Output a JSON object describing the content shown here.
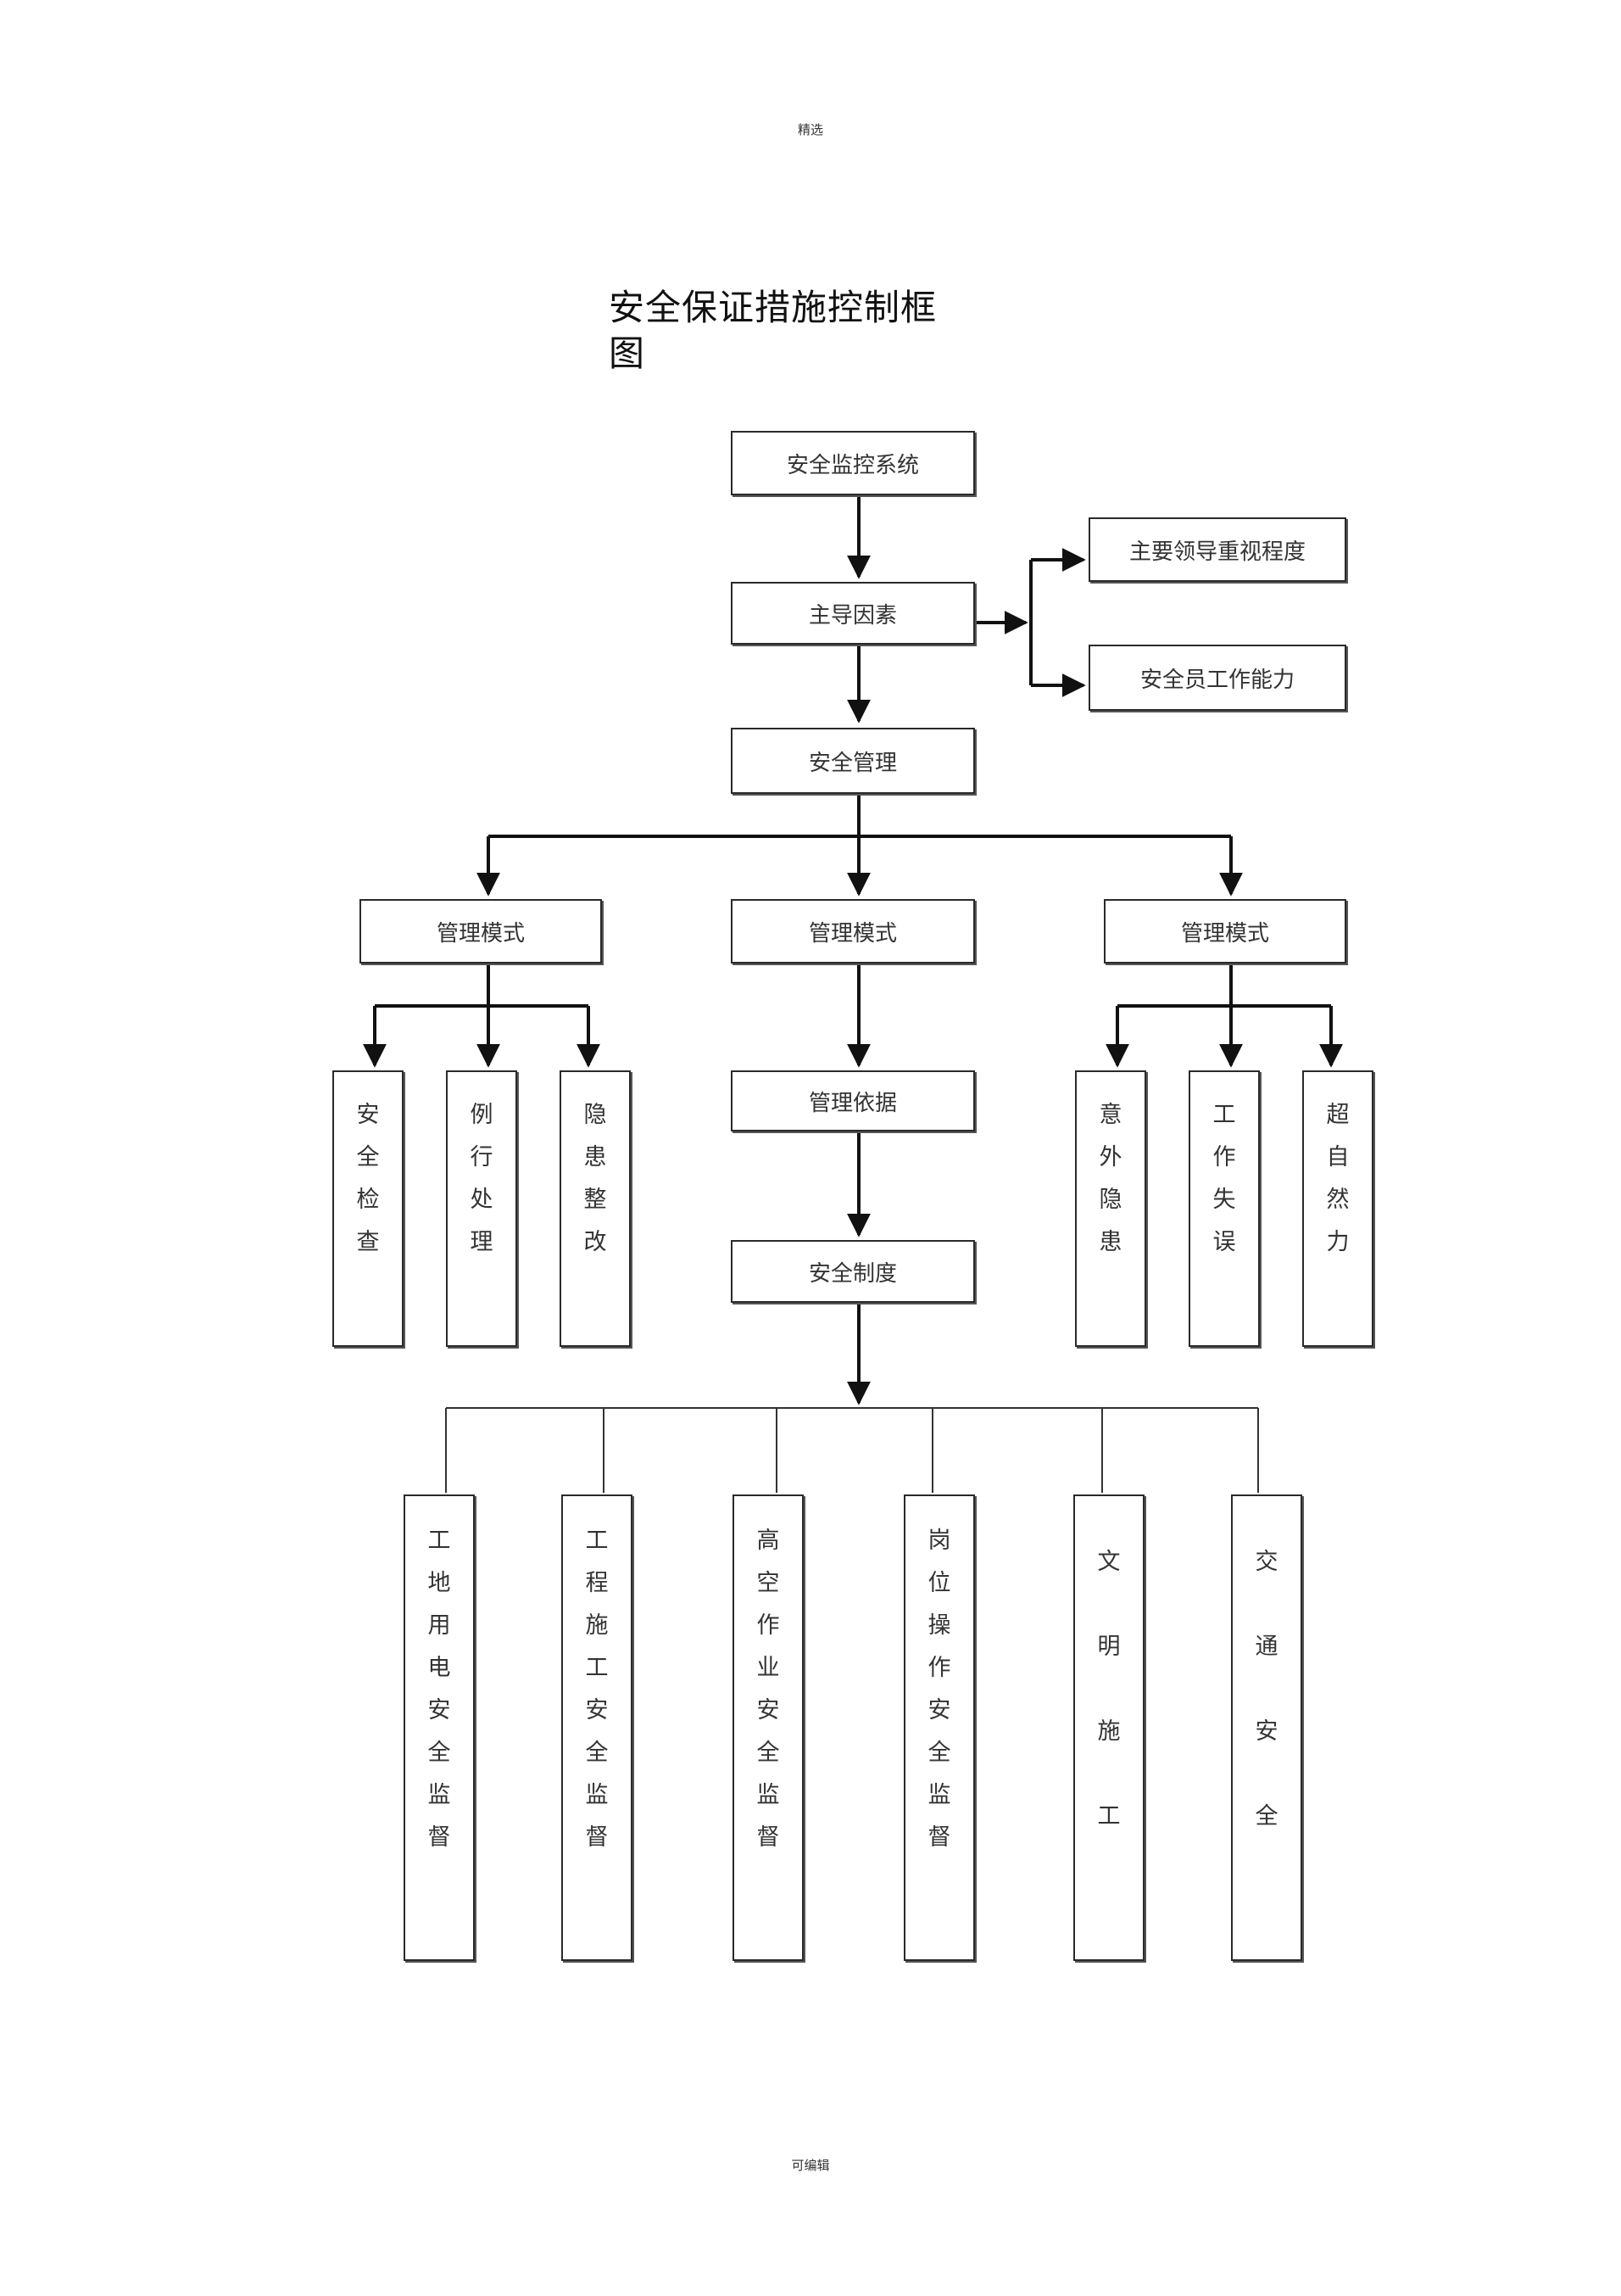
{
  "header": "精选",
  "footer": "可编辑",
  "title": "安全保证措施控制框图",
  "nodes": {
    "monitor": "安全监控系统",
    "leading": "主导因素",
    "leaders": "主要领导重视程度",
    "staff": "安全员工作能力",
    "mgmt": "安全管理",
    "mode_left": "管理模式",
    "mode_mid": "管理模式",
    "mode_right": "管理模式",
    "basis": "管理依据",
    "system": "安全制度",
    "inspect": "安全检查",
    "routine": "例行处理",
    "rectify": "隐患整改",
    "accident": "意外隐患",
    "error": "工作失误",
    "nature": "超自然力",
    "elec": "工地用电安全监督",
    "construct": "工程施工安全监督",
    "height": "高空作业安全监督",
    "post": "岗位操作安全监督",
    "civil": "文明施工",
    "traffic": "交通安全"
  }
}
